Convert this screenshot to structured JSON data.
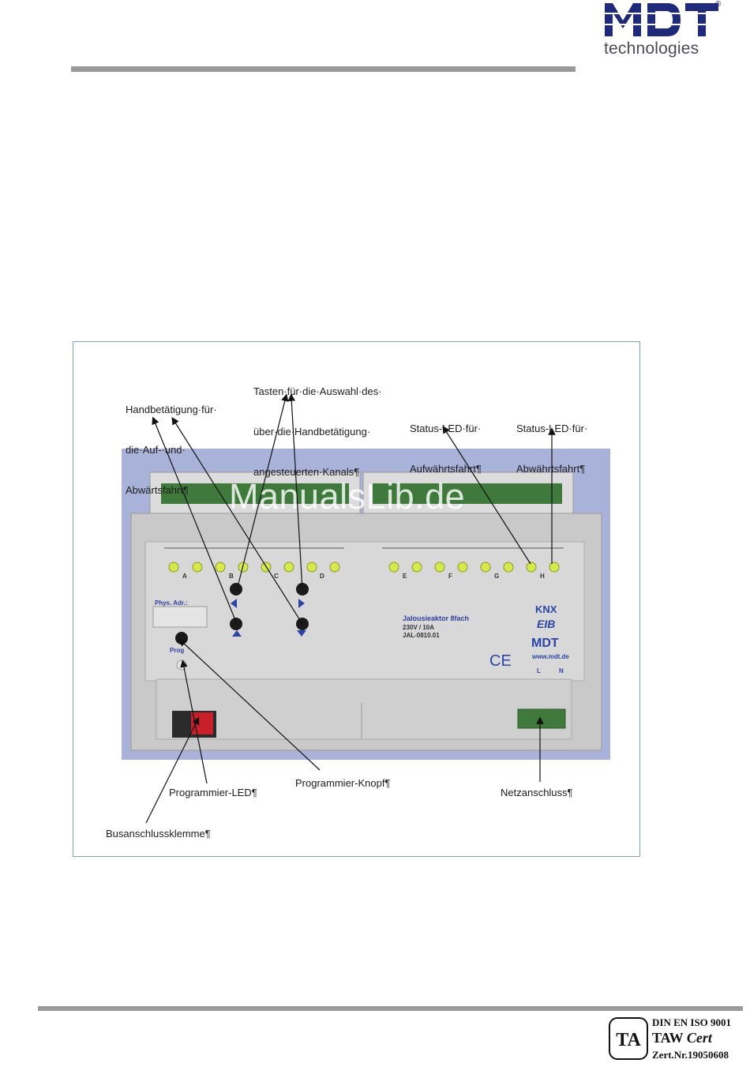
{
  "header": {
    "brand": "MDT",
    "brand_sub": "technologies",
    "registered_mark": "®"
  },
  "watermark": "ManualsLib.de",
  "figure": {
    "callouts": {
      "handbetaetigung": [
        "Handbetätigung·für·",
        "die·Auf-·und·",
        "Abwärtsfahrt¶"
      ],
      "tasten": [
        "Tasten·für·die·Auswahl·des·",
        "über·die·Handbetätigung·",
        "angesteuerten·Kanals¶"
      ],
      "status_auf": [
        "Status-LED·für·",
        "Aufwährtsfahrt¶"
      ],
      "status_ab": [
        "Status-LED·für·",
        "Abwährtsfahrt¶"
      ],
      "programmier_led": "Programmier-LED¶",
      "programmier_knopf": "Programmier-Knopf¶",
      "netzanschluss": "Netzanschluss¶",
      "busanschluss": "Busanschlussklemme¶"
    },
    "device": {
      "channels_left": [
        "A",
        "B",
        "C",
        "D"
      ],
      "channels_right": [
        "E",
        "F",
        "G",
        "H"
      ],
      "phys_adr_label": "Phys. Adr.:",
      "prog_label": "Prog",
      "product_title": "Jalousieaktor 8fach",
      "product_rating": "230V / 10A",
      "product_code": "JAL-0810.01",
      "knx_label": "KNX",
      "eib_label": "EIB",
      "mdt_label": "MDT",
      "website": "www.mdt.de",
      "ce_mark": "CE",
      "terminal_l": "L",
      "terminal_n": "N"
    }
  },
  "footer": {
    "cert_line1": "DIN EN ISO 9001",
    "cert_line2_a": "TAW",
    "cert_line2_b": "Cert",
    "cert_line3": "Zert.Nr.19050608",
    "cert_logo": "TA"
  }
}
